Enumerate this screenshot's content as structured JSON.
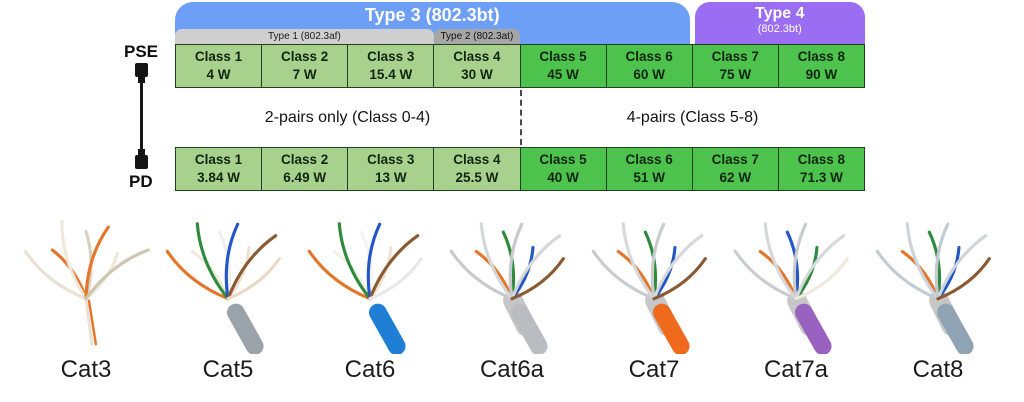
{
  "poe": {
    "type3": {
      "label": "Type 3 (802.3bt)",
      "color": "#6d9ff7"
    },
    "type4": {
      "line1": "Type 4",
      "line2": "(802.3bt)",
      "color": "#9b6df2"
    },
    "type1": {
      "label": "Type 1 (802.3af)",
      "color": "#cfcfcf"
    },
    "type2": {
      "label": "Type 2 (802.3at)",
      "color": "#a6a6a6"
    },
    "pse_label": "PSE",
    "pd_label": "PD",
    "pairs_left": "2-pairs only (Class 0-4)",
    "pairs_right": "4-pairs (Class 5-8)",
    "colors": {
      "light_green": "#a9d18e",
      "bright_green": "#4dc24d"
    },
    "pse_cells": [
      {
        "cls": "Class 1",
        "power": "4 W"
      },
      {
        "cls": "Class 2",
        "power": "7 W"
      },
      {
        "cls": "Class 3",
        "power": "15.4 W"
      },
      {
        "cls": "Class 4",
        "power": "30 W"
      },
      {
        "cls": "Class 5",
        "power": "45 W"
      },
      {
        "cls": "Class 6",
        "power": "60 W"
      },
      {
        "cls": "Class 7",
        "power": "75 W"
      },
      {
        "cls": "Class 8",
        "power": "90 W"
      }
    ],
    "pd_cells": [
      {
        "cls": "Class 1",
        "power": "3.84 W"
      },
      {
        "cls": "Class 2",
        "power": "6.49 W"
      },
      {
        "cls": "Class 3",
        "power": "13 W"
      },
      {
        "cls": "Class 4",
        "power": "25.5 W"
      },
      {
        "cls": "Class 5",
        "power": "40 W"
      },
      {
        "cls": "Class 6",
        "power": "51 W"
      },
      {
        "cls": "Class 7",
        "power": "62 W"
      },
      {
        "cls": "Class 8",
        "power": "71.3 W"
      }
    ]
  },
  "cables": [
    {
      "label": "Cat3",
      "jacket": null,
      "shield": false,
      "wires": [
        "#e9e2d2",
        "#e3762a",
        "#efe8da",
        "#d8d0bd",
        "#e3762a",
        "#efe8da",
        "#cfc6b2"
      ]
    },
    {
      "label": "Cat5",
      "jacket": "#9aa2aa",
      "shield": false,
      "wires": [
        "#e3762a",
        "#f0e9dc",
        "#2e8b3e",
        "#eef0ee",
        "#2457c5",
        "#f0e2d2",
        "#8a5a32",
        "#ead9c6"
      ]
    },
    {
      "label": "Cat6",
      "jacket": "#1f7fd4",
      "shield": false,
      "wires": [
        "#e3762a",
        "#f3efe6",
        "#2e8b3e",
        "#f5f5f2",
        "#2457c5",
        "#f0e2d2",
        "#8a5a32",
        "#e8e8e8"
      ]
    },
    {
      "label": "Cat6a",
      "jacket": "#b9bdc1",
      "shield": true,
      "wires": [
        "#c7c9cc",
        "#e3762a",
        "#d4d6d8",
        "#2e8b3e",
        "#c7c9cc",
        "#2457c5",
        "#d4d6d8",
        "#8a5a32"
      ]
    },
    {
      "label": "Cat7",
      "jacket": "#f06a1e",
      "shield": true,
      "wires": [
        "#c9cbce",
        "#e3762a",
        "#d6d8da",
        "#2e8b3e",
        "#c9cbce",
        "#2457c5",
        "#d6d8da",
        "#8a5a32"
      ]
    },
    {
      "label": "Cat7a",
      "jacket": "#9a62c0",
      "shield": true,
      "wires": [
        "#c9cbce",
        "#e3762a",
        "#d6d8da",
        "#2457c5",
        "#c9cbce",
        "#2e8b3e",
        "#d6d8da",
        "#f0e9dc"
      ]
    },
    {
      "label": "Cat8",
      "jacket": "#8fa3b5",
      "shield": true,
      "wires": [
        "#c2cad2",
        "#e3762a",
        "#cdd4da",
        "#2e8b3e",
        "#c2cad2",
        "#2457c5",
        "#cdd4da",
        "#8a5a32"
      ]
    }
  ]
}
